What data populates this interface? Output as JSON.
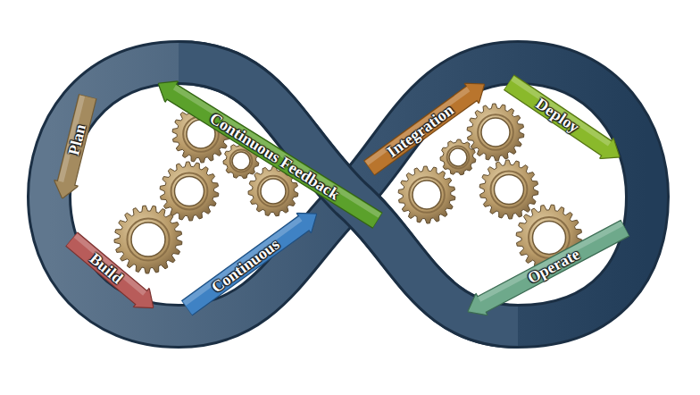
{
  "diagram": {
    "nodes": [
      {
        "text": [
          "Plan"
        ]
      },
      {
        "text": [
          "Build"
        ]
      },
      {
        "text": [
          "Continuous"
        ]
      },
      {
        "text": [
          "Integration"
        ]
      },
      {
        "text": [
          "Deploy"
        ]
      },
      {
        "text": [
          "Operate"
        ]
      },
      {
        "text": [
          "Continuous Feedback"
        ]
      }
    ]
  }
}
